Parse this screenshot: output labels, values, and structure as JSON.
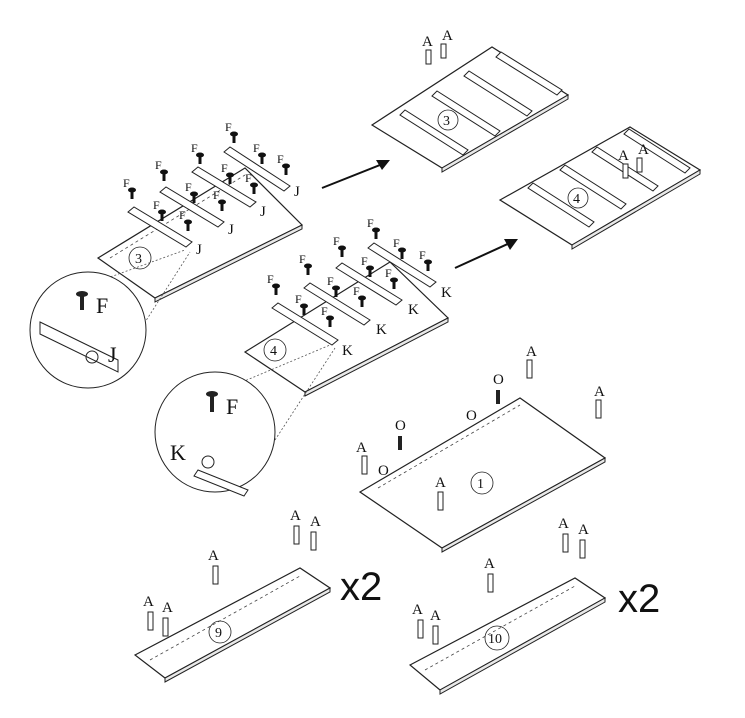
{
  "labels": {
    "screw": "F",
    "slide_j": "J",
    "slide_k": "K",
    "dowel": "A",
    "cam": "O"
  },
  "panels": {
    "p3": "3",
    "p4": "4",
    "p1": "1",
    "p9": "9",
    "p10": "10"
  },
  "multipliers": {
    "m9": "x2",
    "m10": "x2"
  }
}
